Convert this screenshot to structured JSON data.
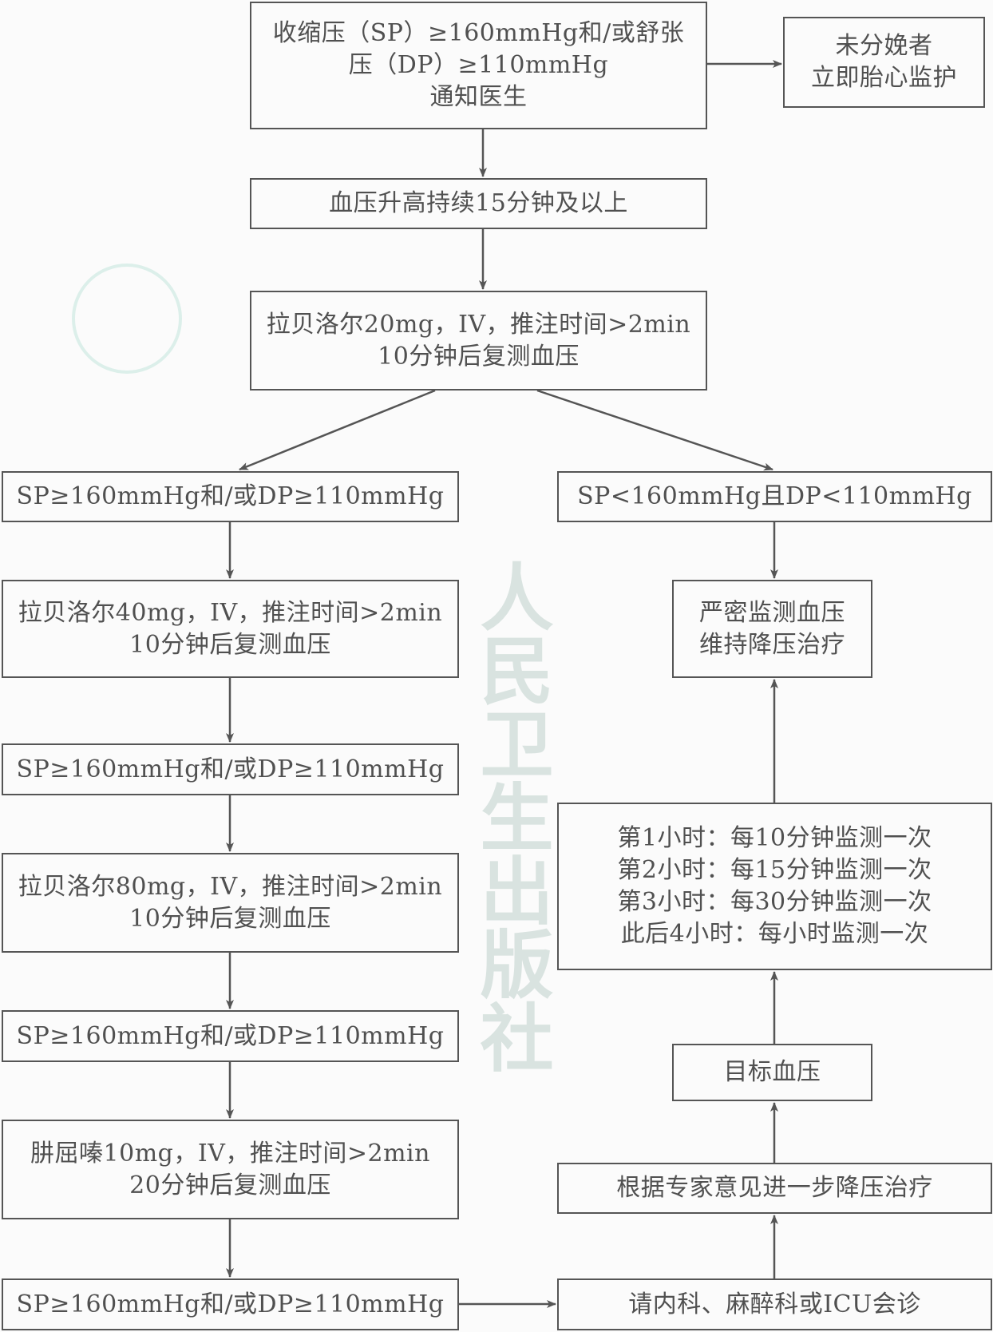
{
  "watermark": "人民卫生出版社",
  "boxes": {
    "start": "收缩压（SP）≥160mmHg和/或舒张\n压（DP）≥110mmHg\n通知医生",
    "undelivered": "未分娩者\n立即胎心监护",
    "sustained": "血压升高持续15分钟及以上",
    "labetalol20": "拉贝洛尔20mg，IV，推注时间>2min\n10分钟后复测血压",
    "high1": "SP≥160mmHg和/或DP≥110mmHg",
    "below": "SP<160mmHg且DP<110mmHg",
    "labetalol40": "拉贝洛尔40mg，IV，推注时间>2min\n10分钟后复测血压",
    "monitor": "严密监测血压\n维持降压治疗",
    "high2": "SP≥160mmHg和/或DP≥110mmHg",
    "labetalol80": "拉贝洛尔80mg，IV，推注时间>2min\n10分钟后复测血压",
    "schedule": "第1小时：每10分钟监测一次\n第2小时：每15分钟监测一次\n第3小时：每30分钟监测一次\n此后4小时：每小时监测一次",
    "high3": "SP≥160mmHg和/或DP≥110mmHg",
    "target": "目标血压",
    "hydralazine": "肼屈嗪10mg，IV，推注时间>2min\n20分钟后复测血压",
    "expert": "根据专家意见进一步降压治疗",
    "high4": "SP≥160mmHg和/或DP≥110mmHg",
    "consult": "请内科、麻醉科或ICU会诊"
  }
}
